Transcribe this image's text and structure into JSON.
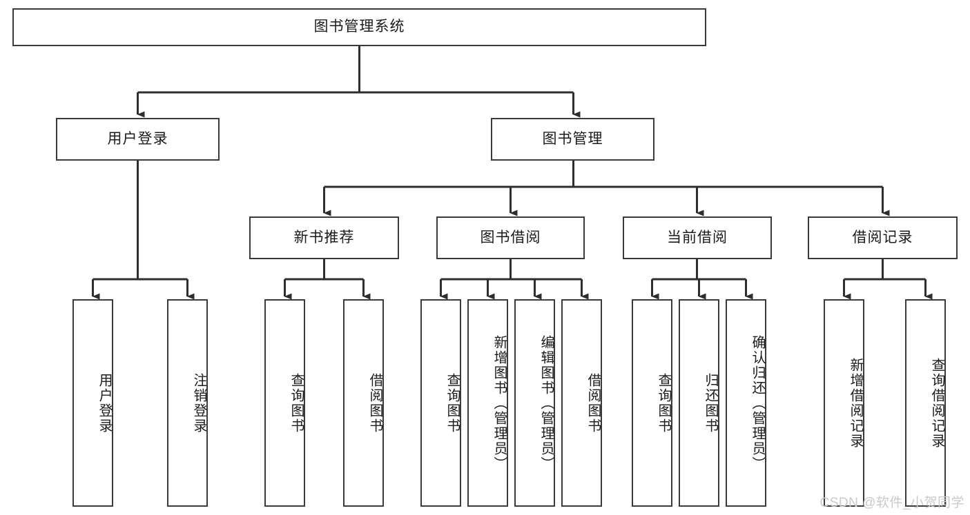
{
  "diagram": {
    "title": "图书管理系统",
    "type": "tree",
    "root": {
      "label": "图书管理系统"
    },
    "level2": [
      {
        "label": "用户登录"
      },
      {
        "label": "图书管理"
      }
    ],
    "level3": [
      {
        "label": "新书推荐"
      },
      {
        "label": "图书借阅"
      },
      {
        "label": "当前借阅"
      },
      {
        "label": "借阅记录"
      }
    ],
    "leaves": {
      "user_login": [
        {
          "label": "用户登录"
        },
        {
          "label": "注销登录"
        }
      ],
      "new_book_recommend": [
        {
          "label": "查询图书"
        },
        {
          "label": "借阅图书"
        }
      ],
      "book_borrow": [
        {
          "label": "查询图书"
        },
        {
          "label": "新增图书（管理员）"
        },
        {
          "label": "编辑图书（管理员）"
        },
        {
          "label": "借阅图书"
        }
      ],
      "current_borrow": [
        {
          "label": "查询图书"
        },
        {
          "label": "归还图书"
        },
        {
          "label": "确认归还（管理员）"
        }
      ],
      "borrow_record": [
        {
          "label": "新增借阅记录"
        },
        {
          "label": "查询借阅记录"
        }
      ]
    }
  },
  "watermark": {
    "text": "CSDN @软件_小贺同学"
  },
  "colors": {
    "stroke": "#3a3a3a",
    "text": "#1b1b1b",
    "background": "#ffffff",
    "watermark": "#c9c9c9"
  }
}
